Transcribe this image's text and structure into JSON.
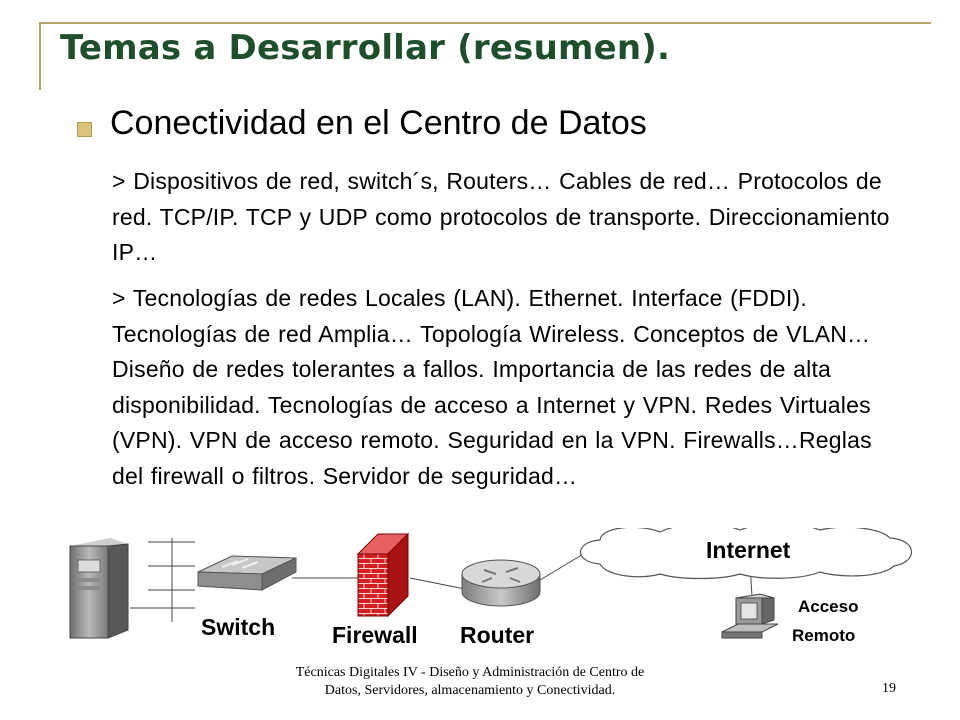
{
  "slide": {
    "title": "Temas a Desarrollar (resumen).",
    "heading": "Conectividad en el Centro de Datos",
    "paragraphs": [
      "> Dispositivos de red, switch´s, Routers… Cables de red… Protocolos de red. TCP/IP. TCP y UDP como protocolos de transporte. Direccionamiento IP…",
      "> Tecnologías de redes Locales (LAN). Ethernet. Interface (FDDI). Tecnologías de red Amplia… Topología Wireless. Conceptos de VLAN… Diseño de redes tolerantes a fallos. Importancia de las redes de alta disponibilidad. Tecnologías de acceso a Internet y VPN. Redes Virtuales (VPN). VPN de acceso remoto. Seguridad en la VPN. Firewalls…Reglas del firewall o filtros. Servidor de seguridad…"
    ]
  },
  "diagram": {
    "labels": {
      "switch": "Switch",
      "firewall": "Firewall",
      "router": "Router",
      "internet": "Internet",
      "remote_line1": "Acceso",
      "remote_line2": "Remoto"
    },
    "icons": [
      "server-icon",
      "switch-icon",
      "firewall-icon",
      "router-icon",
      "cloud-icon",
      "computer-icon"
    ]
  },
  "footer": {
    "line1": "Técnicas Digitales IV - Diseño y Administración de Centro de",
    "line2": "Datos, Servidores, almacenamiento y Conectividad.",
    "page_number": "19"
  },
  "colors": {
    "title": "#1e4f2b",
    "accent": "#b8a46a",
    "bullet": "#d9c27a",
    "firewall": "#d42020"
  }
}
